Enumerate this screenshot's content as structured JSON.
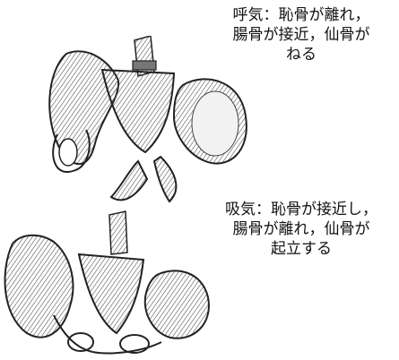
{
  "exhalation": {
    "lines": [
      "呼気：恥骨が離れ，",
      "腸骨が接近，仙骨が",
      "ねる"
    ]
  },
  "inhalation": {
    "lines": [
      "吸気：恥骨が接近し，",
      "腸骨が離れ，仙骨が",
      "起立する"
    ]
  },
  "illustrations": [
    "pelvis-exhalation",
    "pelvis-inhalation"
  ]
}
